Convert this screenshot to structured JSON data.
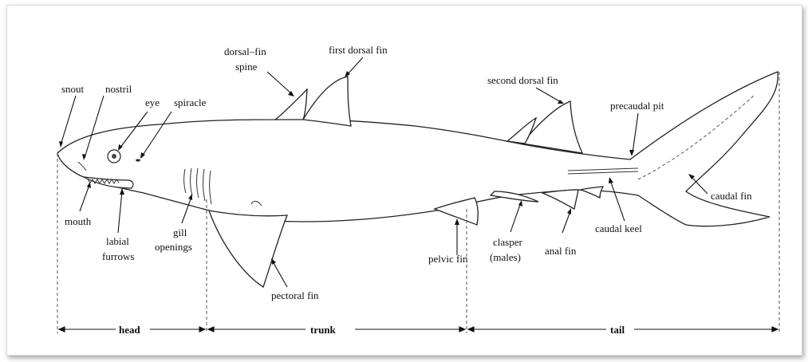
{
  "labels": {
    "snout": "snout",
    "nostril": "nostril",
    "eye": "eye",
    "spiracle": "spiracle",
    "dorsal_fin_spine_1": "dorsal–fin",
    "dorsal_fin_spine_2": "spine",
    "first_dorsal_fin": "first dorsal fin",
    "second_dorsal_fin": "second dorsal fin",
    "precaudal_pit": "precaudal pit",
    "caudal_fin": "caudal fin",
    "caudal_keel": "caudal keel",
    "anal_fin": "anal fin",
    "clasper_1": "clasper",
    "clasper_2": "(males)",
    "pelvic_fin": "pelvic fin",
    "pectoral_fin": "pectoral fin",
    "gill_openings_1": "gill",
    "gill_openings_2": "openings",
    "labial_furrows_1": "labial",
    "labial_furrows_2": "furrows",
    "mouth": "mouth"
  },
  "regions": {
    "head": "head",
    "trunk": "trunk",
    "tail": "tail"
  }
}
